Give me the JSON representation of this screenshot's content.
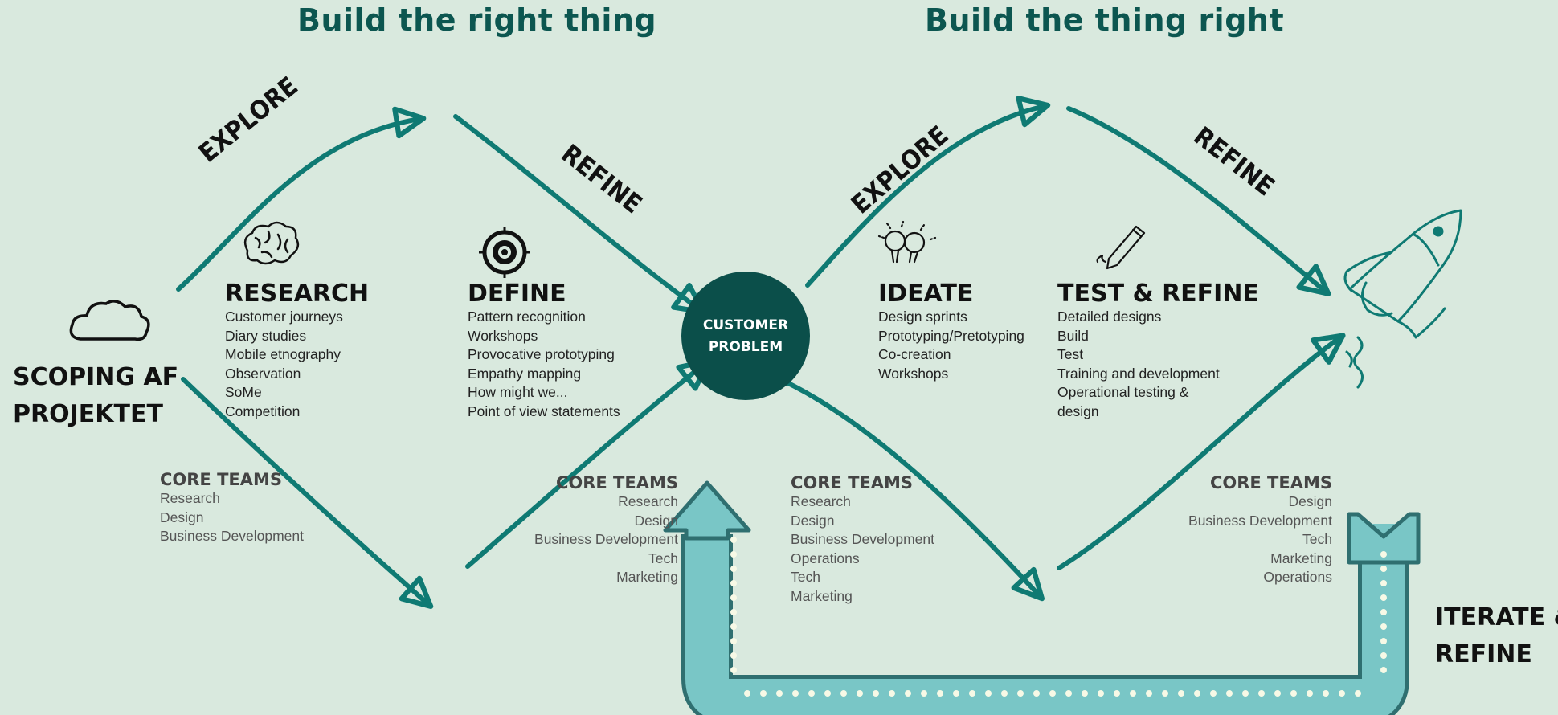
{
  "headings": {
    "left": "Build the right thing",
    "right": "Build the thing right"
  },
  "phases": {
    "explore_1": "EXPLORE",
    "refine_1": "REFINE",
    "explore_2": "EXPLORE",
    "refine_2": "REFINE"
  },
  "scoping": {
    "line1": "SCOPING AF",
    "line2": "PROJEKTET"
  },
  "center": {
    "line1": "CUSTOMER",
    "line2": "PROBLEM"
  },
  "iterate": {
    "line1": "ITERATE &",
    "line2": "REFINE"
  },
  "stages": {
    "research": {
      "title": "RESEARCH",
      "items": [
        "Customer journeys",
        "Diary studies",
        "Mobile etnography",
        "Observation",
        "SoMe",
        "Competition"
      ]
    },
    "define": {
      "title": "DEFINE",
      "items": [
        "Pattern recognition",
        "Workshops",
        "Provocative prototyping",
        "Empathy mapping",
        "How might we...",
        "Point of view statements"
      ]
    },
    "ideate": {
      "title": "IDEATE",
      "items": [
        "Design sprints",
        "Prototyping/Pretotyping",
        "Co-creation",
        "Workshops"
      ]
    },
    "test": {
      "title": "TEST & REFINE",
      "items": [
        "Detailed designs",
        "Build",
        "Test",
        "Training and development",
        "Operational testing &",
        "design"
      ]
    }
  },
  "core_teams": {
    "team1": {
      "title": "CORE TEAMS",
      "items": [
        "Research",
        "Design",
        "Business Development"
      ]
    },
    "team2": {
      "title": "CORE TEAMS",
      "items": [
        "Research",
        "Design",
        "Business Development",
        "Tech",
        "Marketing"
      ]
    },
    "team3": {
      "title": "CORE TEAMS",
      "items": [
        "Research",
        "Design",
        "Business Development",
        "Operations",
        "Tech",
        "Marketing"
      ]
    },
    "team4": {
      "title": "CORE TEAMS",
      "items": [
        "Design",
        "Business Development",
        "Tech",
        "Marketing",
        "Operations"
      ]
    }
  },
  "icons": {
    "scoping": "cloud-icon",
    "research": "brain-icon",
    "define": "target-icon",
    "ideate": "lightbulbs-icon",
    "test": "pencil-icon",
    "launch": "rocket-icon"
  },
  "colors": {
    "background": "#d9e9de",
    "teal": "#0f7a73",
    "dark_teal": "#0b4f4a",
    "loop_arrow": "#79c6c6"
  }
}
